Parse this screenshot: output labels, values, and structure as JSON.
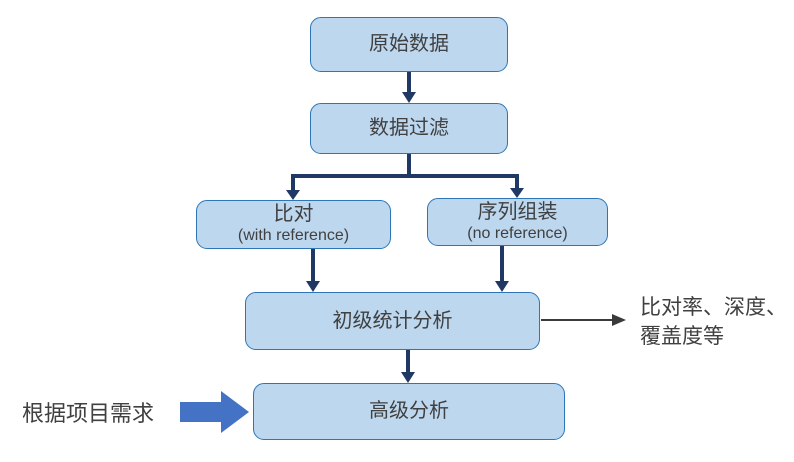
{
  "diagram": {
    "nodes": {
      "raw_data": {
        "label": "原始数据"
      },
      "data_filter": {
        "label": "数据过滤"
      },
      "alignment": {
        "label": "比对",
        "sublabel": "(with reference)"
      },
      "assembly": {
        "label": "序列组装",
        "sublabel": "(no reference)"
      },
      "primary_stats": {
        "label": "初级统计分析"
      },
      "advanced": {
        "label": "高级分析"
      }
    },
    "annotations": {
      "stats_output_line1": "比对率、深度、",
      "stats_output_line2": "覆盖度等",
      "project_need": "根据项目需求"
    },
    "edges": [
      {
        "from": "raw_data",
        "to": "data_filter"
      },
      {
        "from": "data_filter",
        "to": "alignment"
      },
      {
        "from": "data_filter",
        "to": "assembly"
      },
      {
        "from": "alignment",
        "to": "primary_stats"
      },
      {
        "from": "assembly",
        "to": "primary_stats"
      },
      {
        "from": "primary_stats",
        "to": "stats_output_note"
      },
      {
        "from": "primary_stats",
        "to": "advanced"
      },
      {
        "from": "project_need",
        "to": "advanced"
      }
    ],
    "colors": {
      "node_fill": "#bdd7ee",
      "node_border": "#2e75b6",
      "connector_arrow": "#1f3864",
      "thin_arrow": "#3a3a3a",
      "block_arrow": "#4472c4",
      "text": "#404040",
      "background": "#ffffff"
    }
  }
}
